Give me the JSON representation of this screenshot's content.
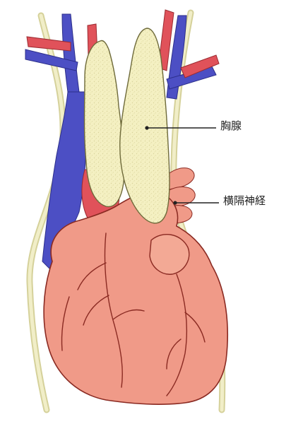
{
  "labels": {
    "thymus": "胸腺",
    "phrenic_nerve": "横隔神経"
  },
  "colors": {
    "vein": "#4c4fc4",
    "artery": "#e0525a",
    "heart_fill": "#f09a88",
    "heart_outline": "#8a2a22",
    "thymus_fill": "#f4f0c2",
    "nerve": "#e6e3a8",
    "leader_line": "#222222"
  },
  "icons": {
    "heart": "heart-organ",
    "thymus": "thymus-gland",
    "nerve": "phrenic-nerve",
    "vessels": "great-vessels"
  }
}
